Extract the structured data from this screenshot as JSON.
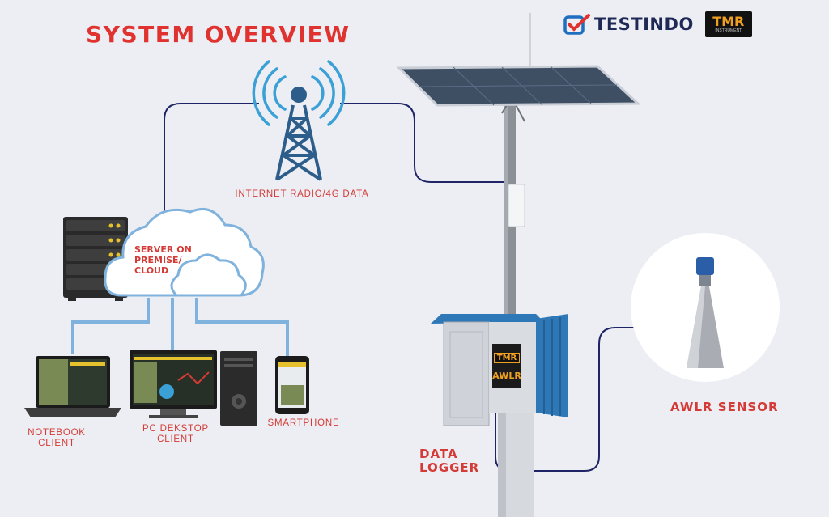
{
  "header": {
    "title": "SYSTEM OVERVIEW",
    "brand_name": "TESTINDO",
    "brand_logo_text": "TMR",
    "brand_logo_sub": "INSTRUMENT"
  },
  "diagram": {
    "tower_label": "INTERNET RADIO/4G DATA",
    "server_label_line1": "SERVER ON",
    "server_label_line2": "PREMISE/",
    "server_label_line3": "CLOUD",
    "notebook_label_line1": "NOTEBOOK",
    "notebook_label_line2": "CLIENT",
    "pc_label_line1": "PC DEKSTOP",
    "pc_label_line2": "CLIENT",
    "smartphone_label": "SMARTPHONE",
    "logger_label_line1": "DATA",
    "logger_label_line2": "LOGGER",
    "logger_panel_brand": "TMR",
    "logger_panel_text": "AWLR",
    "sensor_label": "AWLR SENSOR"
  },
  "colors": {
    "title_red": "#e0322f",
    "link_navy": "#1f2466",
    "wifi_blue": "#3aa0d6",
    "client_link_blue": "#7fb2dc",
    "enclosure_blue": "#2f78b8"
  }
}
